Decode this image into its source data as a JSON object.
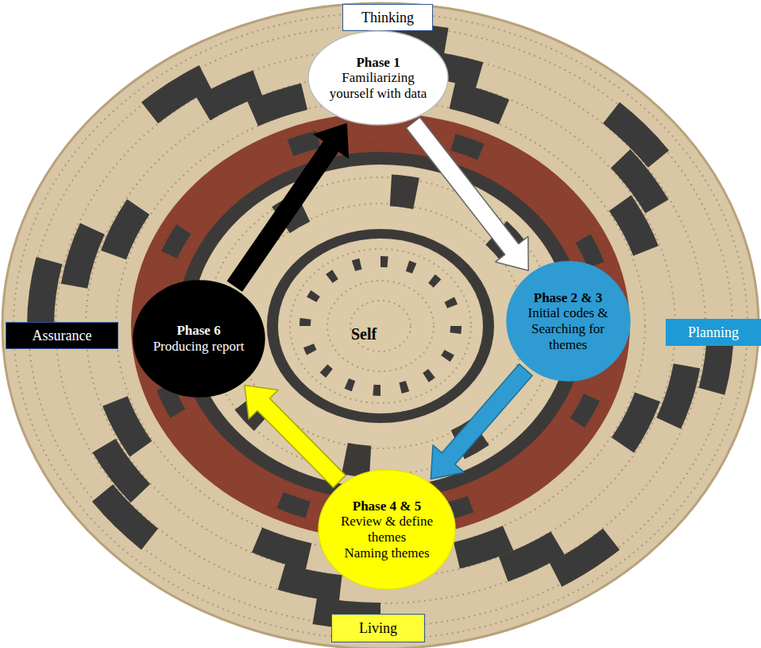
{
  "diagram": {
    "nodes": [
      {
        "text": [
          "Thinking"
        ]
      },
      {
        "text": [
          "Phase 1",
          "Familiarizing yourself with data"
        ]
      },
      {
        "text": [
          "Assurance"
        ]
      },
      {
        "text": [
          "Phase 6",
          "Producing report"
        ]
      },
      {
        "text": [
          "Phase 2 & 3",
          "Initial codes & Searching for themes"
        ]
      },
      {
        "text": [
          "Planning"
        ]
      },
      {
        "text": [
          "Phase 4 & 5",
          "Review & define themes",
          "Naming themes"
        ]
      },
      {
        "text": [
          "Living"
        ]
      }
    ],
    "edges": [
      {
        "from": 1,
        "to": 4,
        "arrow": "to"
      },
      {
        "from": 4,
        "to": 6,
        "arrow": "to"
      },
      {
        "from": 6,
        "to": 3,
        "arrow": "to"
      },
      {
        "from": 3,
        "to": 1,
        "arrow": "to"
      }
    ],
    "labels": [
      "Self"
    ]
  }
}
